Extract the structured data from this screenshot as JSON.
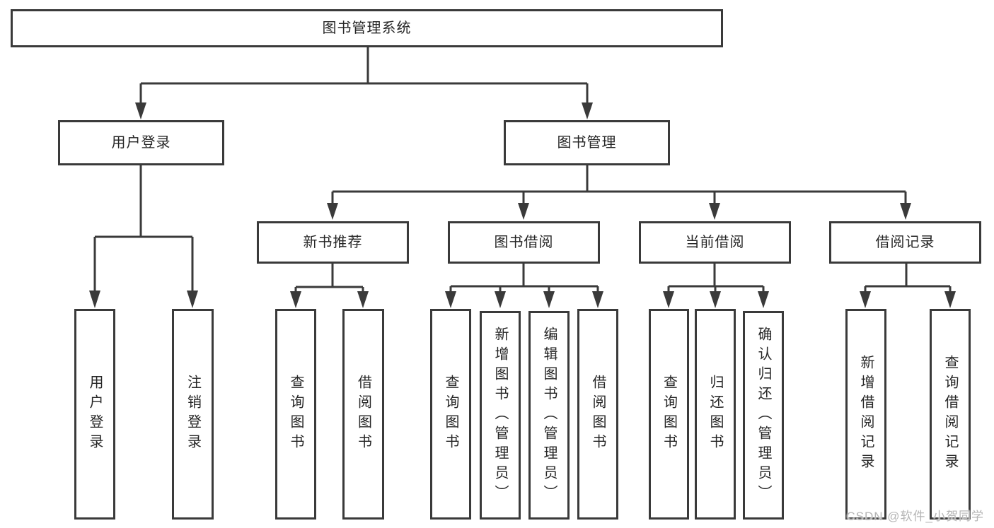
{
  "tree": {
    "root": {
      "label": "图书管理系统",
      "children": [
        {
          "label": "用户登录",
          "children": [
            {
              "label": "用户登录"
            },
            {
              "label": "注销登录"
            }
          ]
        },
        {
          "label": "图书管理",
          "children": [
            {
              "label": "新书推荐",
              "children": [
                {
                  "label": "查询图书"
                },
                {
                  "label": "借阅图书"
                }
              ]
            },
            {
              "label": "图书借阅",
              "children": [
                {
                  "label": "查询图书"
                },
                {
                  "label": "新增图书（管理员）"
                },
                {
                  "label": "编辑图书（管理员）"
                },
                {
                  "label": "借阅图书"
                }
              ]
            },
            {
              "label": "当前借阅",
              "children": [
                {
                  "label": "查询图书"
                },
                {
                  "label": "归还图书"
                },
                {
                  "label": "确认归还（管理员）"
                }
              ]
            },
            {
              "label": "借阅记录",
              "children": [
                {
                  "label": "新增借阅记录"
                },
                {
                  "label": "查询借阅记录"
                }
              ]
            }
          ]
        }
      ]
    }
  },
  "watermark": {
    "text": "CSDN @软件_小贺同学"
  },
  "colors": {
    "line": "#3a3a3a",
    "text": "#262626",
    "background": "#ffffff",
    "watermark": "#b5b5b5"
  }
}
